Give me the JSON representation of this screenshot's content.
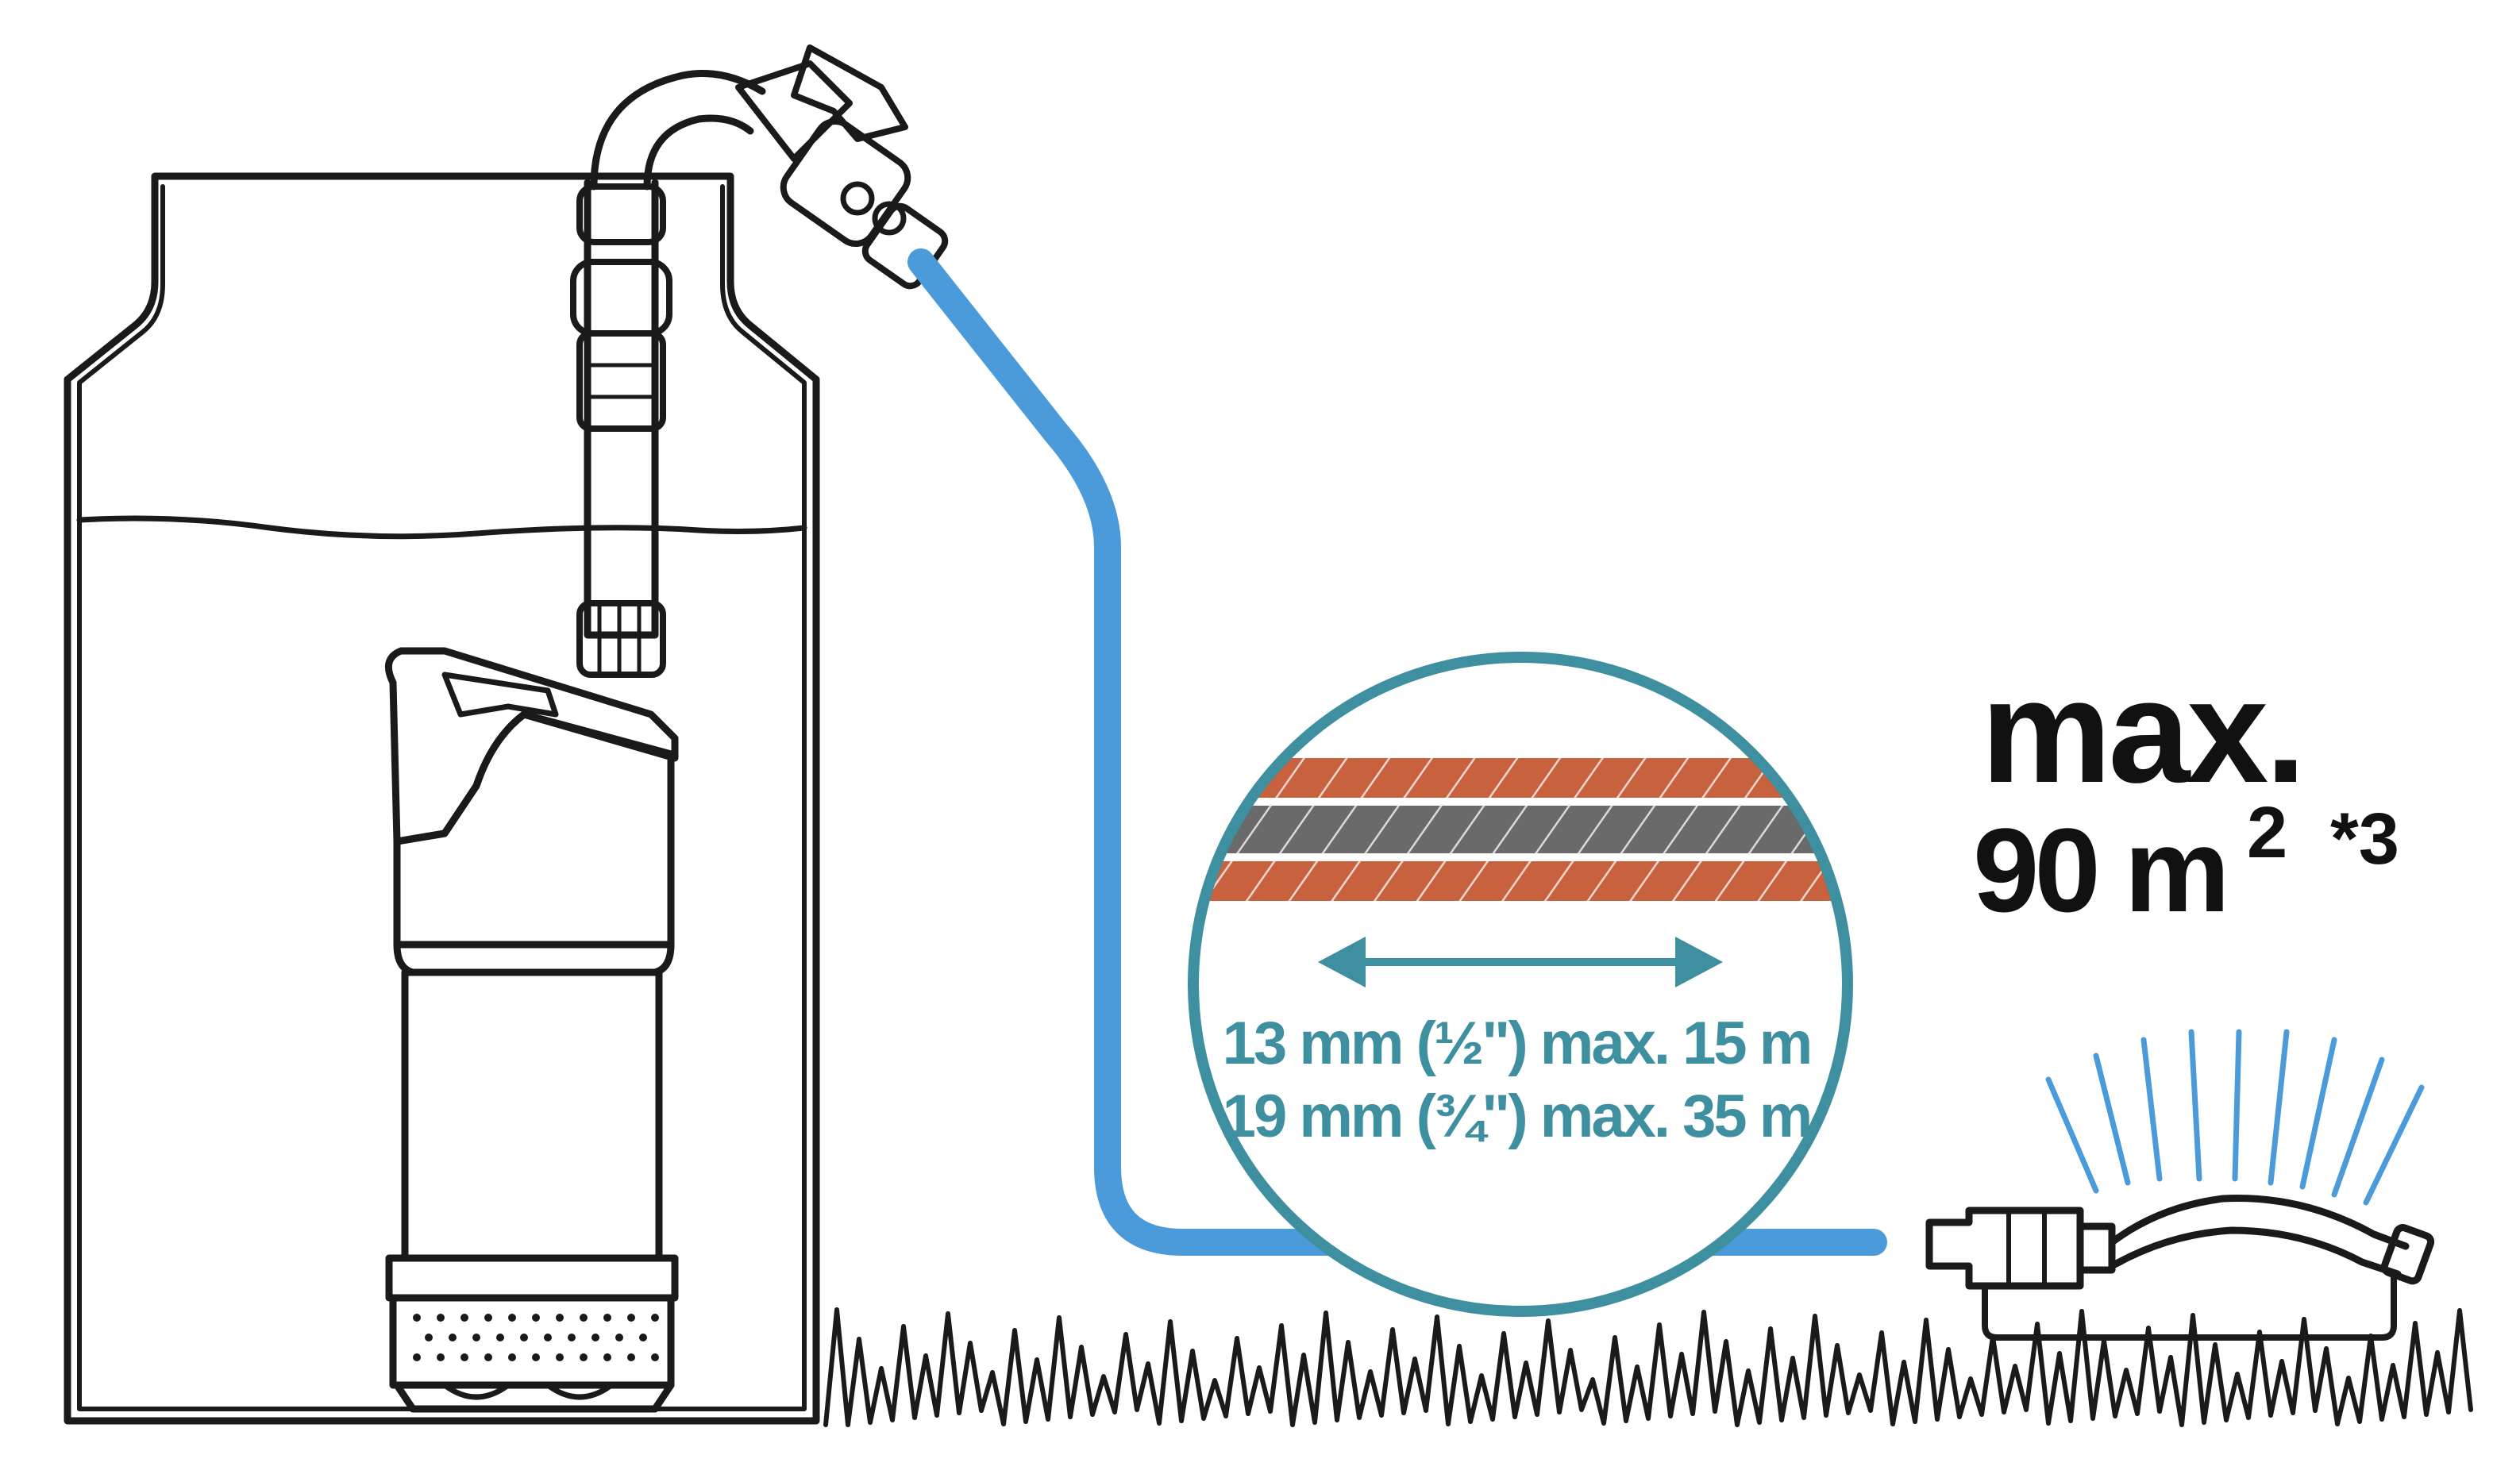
{
  "headline": {
    "line1": "max.",
    "area_value": "90 m",
    "area_exponent": "2",
    "footnote": "*3"
  },
  "hose_specs": [
    {
      "text": "13 mm (½\") max. 15 m"
    },
    {
      "text": "19 mm (¾\") max. 35 m"
    }
  ],
  "colors": {
    "hose": "#4b9ad9",
    "lens_ring": "#3e8f9f",
    "spec_text": "#3e8f9f",
    "hose_layer_outer": "#c8613d",
    "hose_layer_inner": "#6a6a6a",
    "outline": "#1a1a1a",
    "spray": "#4b9ad9"
  },
  "icons": [
    "water-barrel-icon",
    "submersible-pump-icon",
    "tap-valve-icon",
    "hose-cross-section-icon",
    "sprinkler-icon",
    "grass-icon"
  ]
}
